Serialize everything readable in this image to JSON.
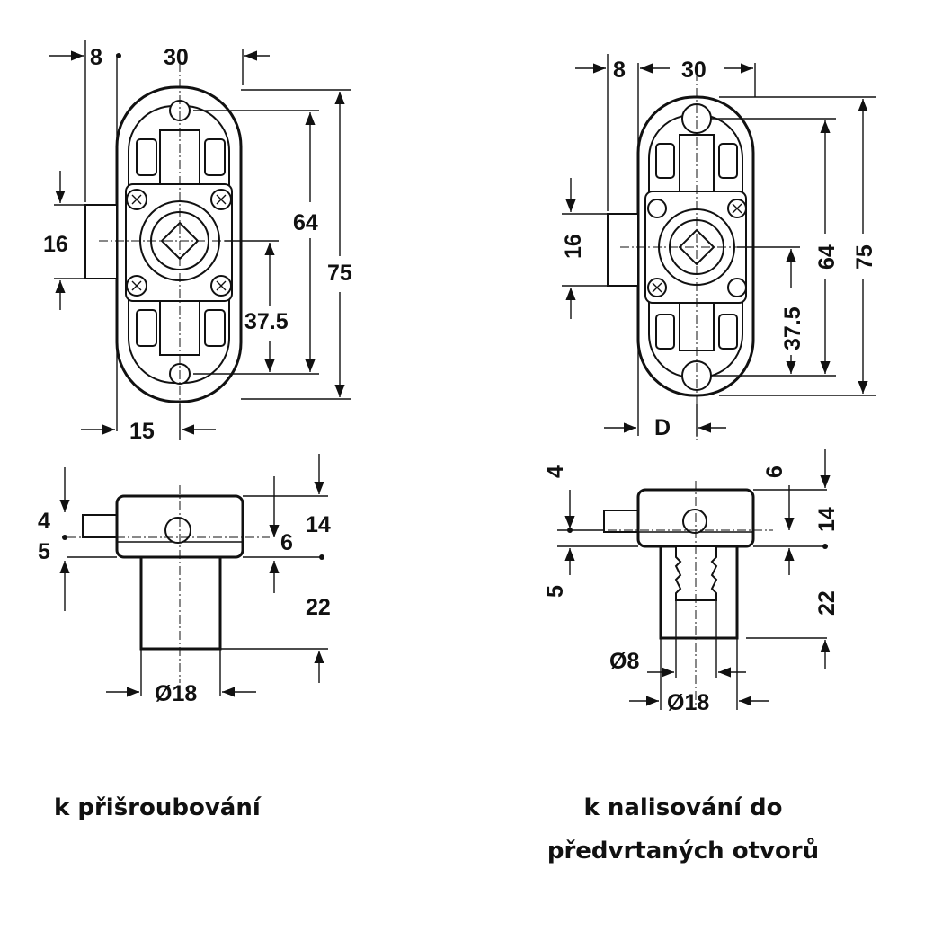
{
  "left_diagram": {
    "top_view": {
      "d8": "8",
      "d30": "30",
      "d16": "16",
      "d64": "64",
      "d75": "75",
      "d37_5": "37.5",
      "d15": "15"
    },
    "side_view": {
      "d4": "4",
      "d5": "5",
      "d6": "6",
      "d14": "14",
      "d22": "22",
      "d18": "Ø18"
    },
    "caption": "k přišroubování"
  },
  "right_diagram": {
    "top_view": {
      "d8": "8",
      "d30": "30",
      "d16": "16",
      "d64": "64",
      "d75": "75",
      "d37_5": "37.5",
      "dD": "D"
    },
    "side_view": {
      "d4": "4",
      "d6": "6",
      "d14": "14",
      "d5": "5",
      "d22": "22",
      "d8": "Ø8",
      "d18": "Ø18"
    },
    "caption_line1": "k nalisování do",
    "caption_line2": "předvrtaných otvorů"
  }
}
